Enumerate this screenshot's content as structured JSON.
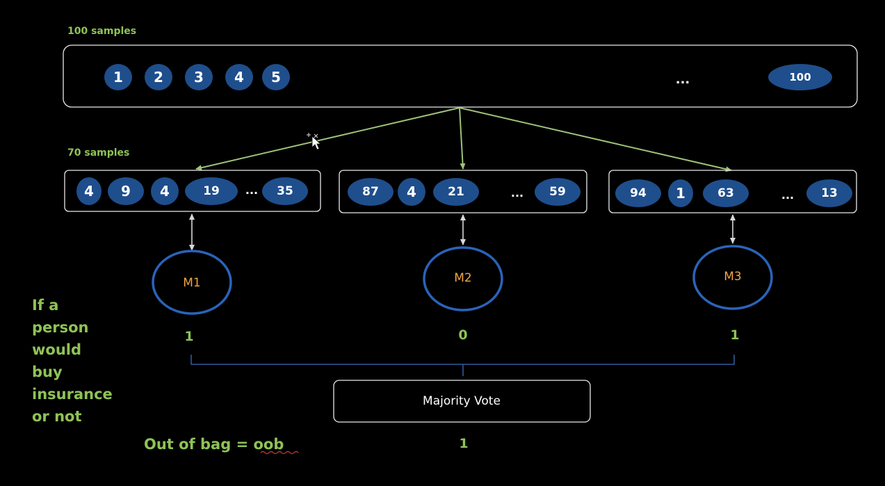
{
  "top": {
    "label": "100 samples",
    "pills": [
      "1",
      "2",
      "3",
      "4",
      "5"
    ],
    "ellipsis": "...",
    "last_pill": "100"
  },
  "subset_label": "70 samples",
  "subsets": [
    {
      "pills": [
        "4",
        "9",
        "4",
        "19"
      ],
      "ellipsis": "...",
      "last": "35"
    },
    {
      "pills": [
        "87",
        "4",
        "21"
      ],
      "ellipsis": "...",
      "last": "59"
    },
    {
      "pills": [
        "94",
        "1",
        "63"
      ],
      "ellipsis": "...",
      "last": "13"
    }
  ],
  "models": [
    {
      "name": "M1",
      "vote": "1"
    },
    {
      "name": "M2",
      "vote": "0"
    },
    {
      "name": "M3",
      "vote": "1"
    }
  ],
  "majority": {
    "label": "Majority Vote",
    "result": "1"
  },
  "question_lines": [
    "If a",
    "person",
    "would",
    "buy",
    "insurance",
    "or not"
  ],
  "oob_label": "Out of bag = oob",
  "colors": {
    "background": "#000000",
    "pill": "#1f4e8c",
    "green_text": "#8fc356",
    "model_ring": "#2a63b8",
    "model_text": "#f2a640"
  }
}
